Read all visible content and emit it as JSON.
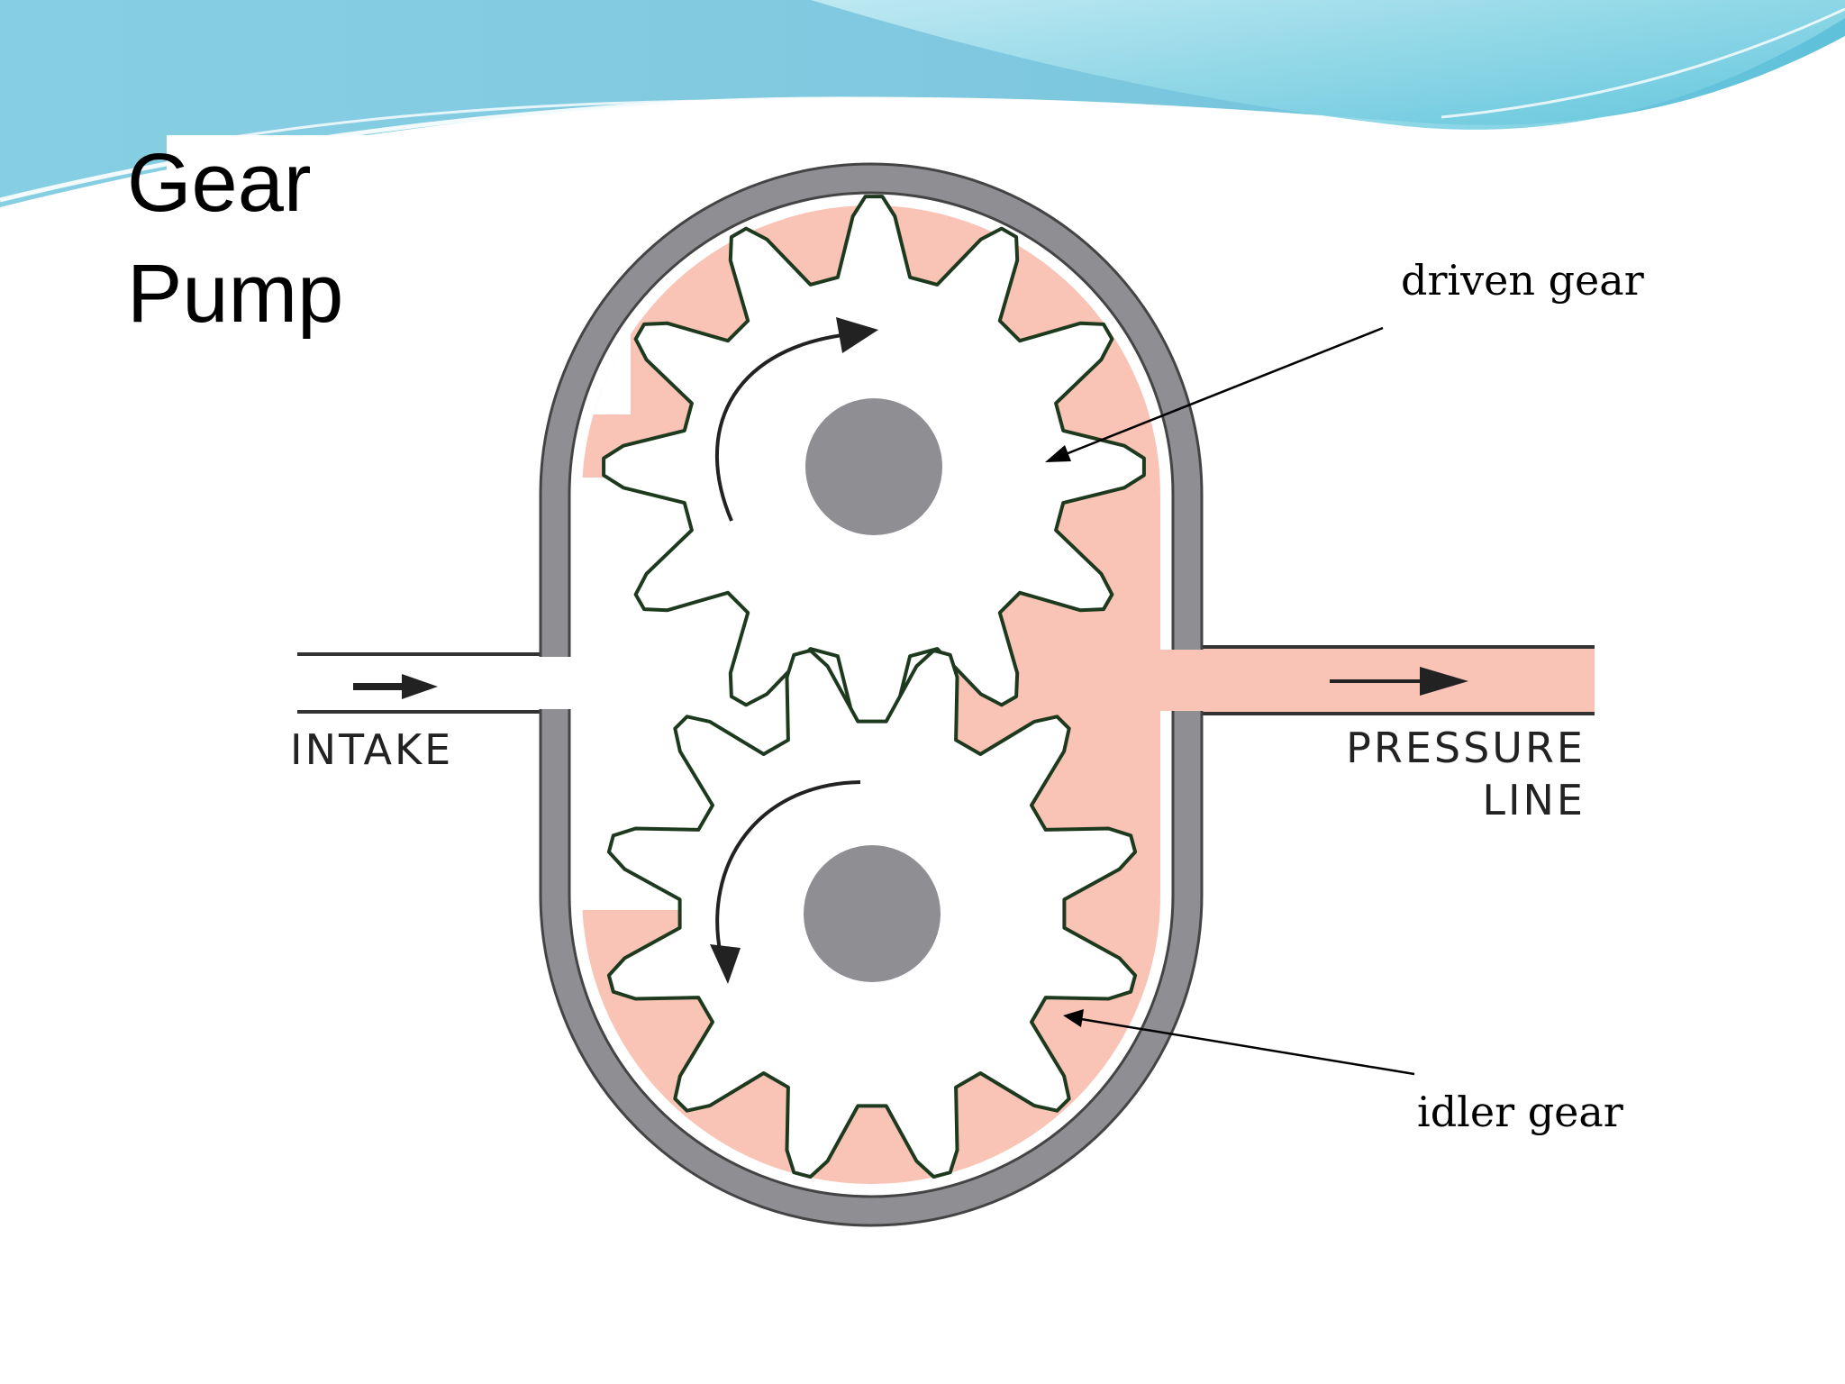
{
  "slide": {
    "title_lines": [
      "Gear",
      "Pump"
    ]
  },
  "diagram": {
    "port_labels": {
      "intake": "INTAKE",
      "pressure_line": [
        "PRESSURE",
        "LINE"
      ]
    },
    "callouts": {
      "driven_gear": "driven gear",
      "idler_gear": "idler gear"
    },
    "colors": {
      "fluid": "#f9c3b6",
      "housing": "#8e8e93",
      "hub": "#8e8e93",
      "gear_outline": "#1e3a1e",
      "banner_dark": "#5fc2da",
      "banner_light": "#a9e1ec"
    }
  }
}
